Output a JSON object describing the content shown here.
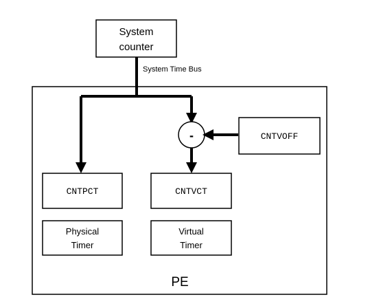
{
  "system_counter": {
    "line1": "System",
    "line2": "counter"
  },
  "bus_label": "System Time Bus",
  "subtract_symbol": "-",
  "registers": {
    "cntvoff": "CNTVOFF",
    "cntpct": "CNTPCT",
    "cntvct": "CNTVCT"
  },
  "timers": {
    "physical": {
      "line1": "Physical",
      "line2": "Timer"
    },
    "virtual": {
      "line1": "Virtual",
      "line2": "Timer"
    }
  },
  "pe_label": "PE",
  "colors": {
    "line": "#000000",
    "background": "#ffffff"
  }
}
